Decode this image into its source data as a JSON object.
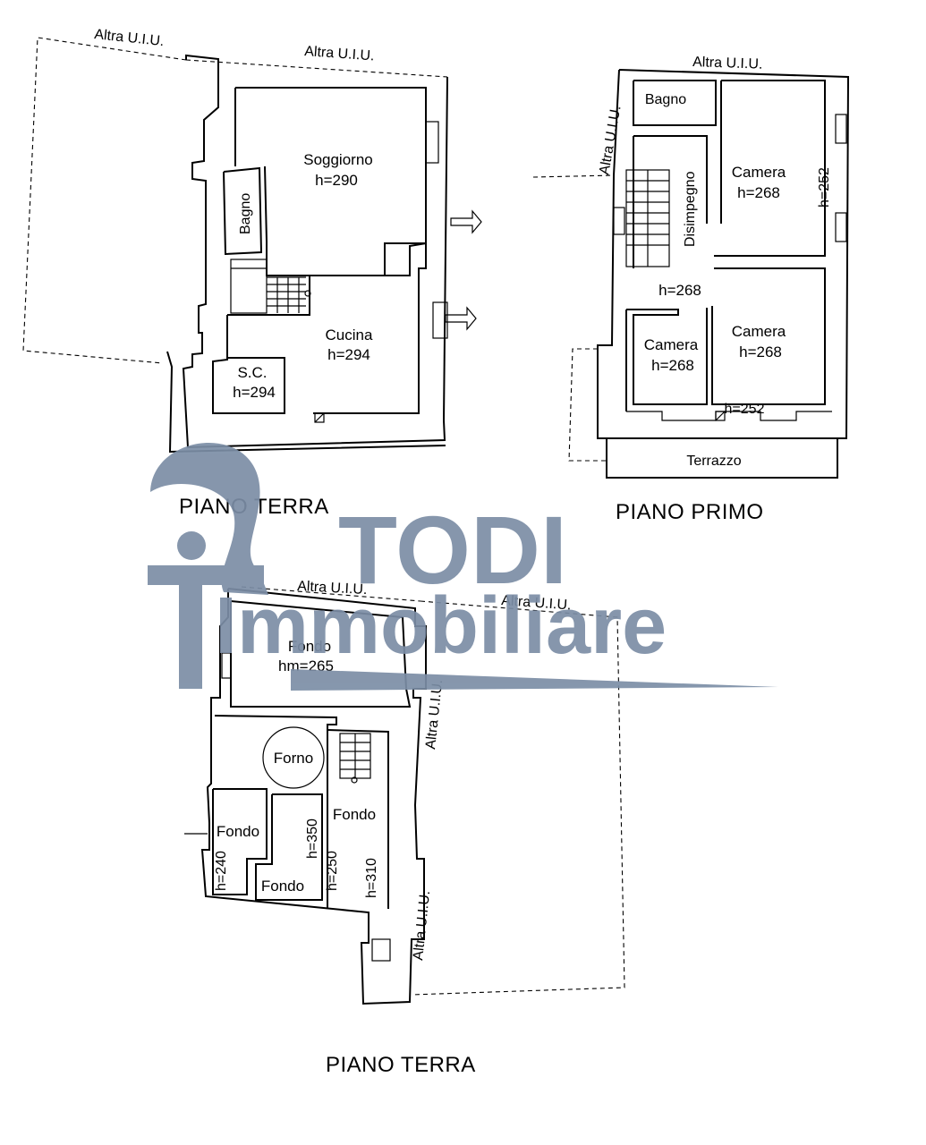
{
  "plans": {
    "ground_top": {
      "title": "PIANO TERRA",
      "neighbours": [
        "Altra U.I.U.",
        "Altra U.I.U."
      ],
      "rooms": {
        "soggiorno": {
          "name": "Soggiorno",
          "height": "h=290"
        },
        "bagno": {
          "name": "Bagno"
        },
        "cucina": {
          "name": "Cucina",
          "height": "h=294"
        },
        "sc": {
          "name": "S.C.",
          "height": "h=294"
        }
      }
    },
    "first": {
      "title": "PIANO PRIMO",
      "neighbours": [
        "Altra U.I.U.",
        "Altra U.I.U."
      ],
      "rooms": {
        "bagno": {
          "name": "Bagno"
        },
        "disimpegno": {
          "name": "Disimpegno"
        },
        "camera1": {
          "name": "Camera",
          "height": "h=268"
        },
        "camera2": {
          "name": "Camera",
          "height": "h=268"
        },
        "camera3": {
          "name": "Camera",
          "height": "h=268"
        },
        "h252_right": "h=252",
        "h268_corridor": "h=268",
        "h252_bottom": "h=252",
        "terrazzo": {
          "name": "Terrazzo"
        }
      }
    },
    "ground_bottom": {
      "title": "PIANO TERRA",
      "neighbours": [
        "Altra U.I.U.",
        "Altra U.I.U.",
        "Altra U.I.U.",
        "Altra U.I.U."
      ],
      "rooms": {
        "fondo_top": {
          "name": "Fondo",
          "height": "hm=265"
        },
        "forno": {
          "name": "Forno"
        },
        "fondo_left": {
          "name": "Fondo",
          "height": "h=240"
        },
        "fondo_mid": {
          "name": "Fondo",
          "height": "h=350"
        },
        "fondo_right": {
          "name": "Fondo",
          "height": "h=250"
        },
        "h310": "h=310"
      }
    }
  },
  "watermark": {
    "line1": "TODI",
    "line2": "Immobiliare",
    "color": "#7c8ea6"
  }
}
